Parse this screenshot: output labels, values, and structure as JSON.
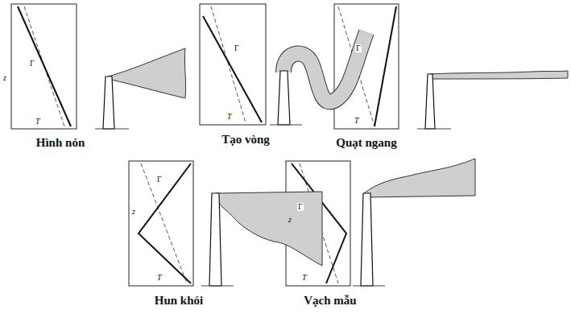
{
  "diagram": {
    "labels": [
      "z",
      "Γ",
      "T",
      "Hình nón",
      "Γ",
      "T",
      "Tạo vòng",
      "Γ",
      "T",
      "Quạt ngang",
      "z",
      "Γ",
      "T",
      "Hun khói",
      "z",
      "Γ",
      "T",
      "Vạch mẫu"
    ]
  }
}
